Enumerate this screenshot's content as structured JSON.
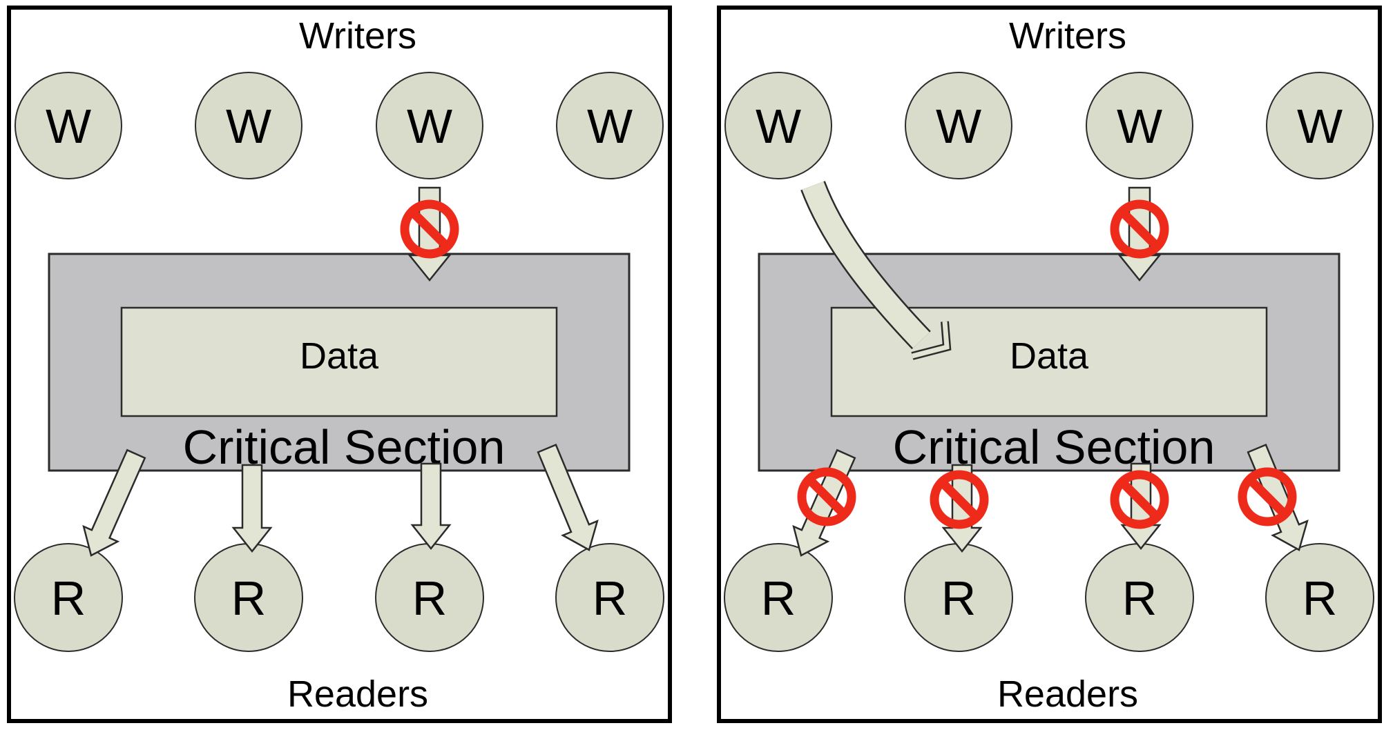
{
  "diagram_title": "Readers-Writers critical section diagram",
  "colors": {
    "background": "#ffffff",
    "border": "#000000",
    "node_fill": "#d9dbcb",
    "node_outline": "#2b2b2b",
    "arrow_fill": "#e3e5d4",
    "arrow_outline": "#2b2b2b",
    "critical_section_fill": "#c1c1c3",
    "data_fill": "#dee0d1",
    "prohibition_red": "#ee2b1b",
    "text": "#000000"
  },
  "panels": [
    {
      "id": "readers-active",
      "writers_label": "Writers",
      "readers_label": "Readers",
      "writer_node_label": "W",
      "reader_node_label": "R",
      "data_label": "Data",
      "critical_section_label": "Critical Section",
      "writer_count": 4,
      "reader_count": 4,
      "blocked_writer_columns": [
        2
      ],
      "active_writer_column": null,
      "reader_arrows_blocked": false
    },
    {
      "id": "writer-active",
      "writers_label": "Writers",
      "readers_label": "Readers",
      "writer_node_label": "W",
      "reader_node_label": "R",
      "data_label": "Data",
      "critical_section_label": "Critical Section",
      "writer_count": 4,
      "reader_count": 4,
      "blocked_writer_columns": [
        2
      ],
      "active_writer_column": 0,
      "reader_arrows_blocked": true
    }
  ]
}
